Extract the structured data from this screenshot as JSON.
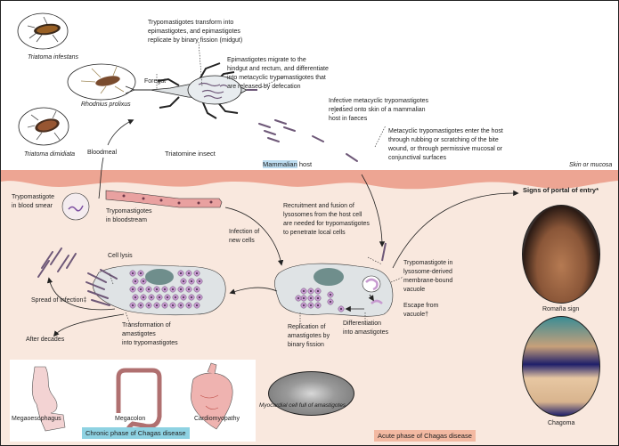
{
  "vector_section": {
    "species": [
      {
        "name": "Triatoma infestans"
      },
      {
        "name": "Rhodnius prolixus"
      },
      {
        "name": "Triatoma dimidiata"
      }
    ],
    "labels": {
      "foregut": "Foregut",
      "bloodmeal": "Bloodmeal",
      "triatomine_insect": "Triatomine insect",
      "midgut_step": "Trypomastigotes transform into\nepimastigotes, and epimastigotes\nreplicate by binary fission (midgut)",
      "hindgut_step": "Epimastigotes migrate to the\nhindgut and rectum, and differentiate\ninto metacyclic trypomastigotes that\nare released by defecation",
      "faeces_step": "Infective metacyclic trypomastigotes\nreleased onto skin of a mammalian\nhost in faeces",
      "entry_step": "Metacyclic trypomastigotes enter the host\nthrough rubbing or scratching of the bite\nwound, or through permissive mucosal or\nconjunctival surfaces"
    }
  },
  "boundary": {
    "mammalian_host_highlight": "Mammalian",
    "mammalian_host_rest": " host",
    "skin_or_mucosa": "Skin or mucosa"
  },
  "host_section": {
    "labels": {
      "blood_smear": "Trypomastigote\nin blood smear",
      "bloodstream": "Trypomastigotes\nin bloodstream",
      "infection_new_cells": "Infection of\nnew cells",
      "lysosome_recruitment": "Recruitment and fusion of\nlysosomes from the host cell\nare needed for trypomastigotes\nto penetrate local cells",
      "vacuole": "Trypomastigote in\nlysosome-derived\nmembrane-bound\nvacuole",
      "escape": "Escape from\nvacuole†",
      "differentiation": "Differentiation\ninto amastigotes",
      "replication": "Replication of\namastigotes by\nbinary fission",
      "cell_lysis": "Cell lysis",
      "transformation": "Transformation of\namastigotes\ninto trypomastigotes",
      "spread": "Spread of infection‡",
      "after_decades": "After decades",
      "myocardial": "Myocardial cell full of amastigotes",
      "portal_signs": "Signs of portal of entry*",
      "romana": "Romaña sign",
      "chagoma": "Chagoma"
    },
    "chronic": {
      "organs": [
        "Megaoesophagus",
        "Megacolon",
        "Cardiomyopathy"
      ],
      "phase_label": "Chronic phase of Chagas disease"
    },
    "acute_phase_label": "Acute phase of Chagas disease"
  },
  "colors": {
    "host_background": "#f9e8de",
    "skin_band": "#eda593",
    "mammalian_highlight": "#bcdcf0",
    "chronic_badge": "#8ed2e2",
    "acute_badge": "#f3b9a2",
    "amastigote": "#c79ad0",
    "cell_fill": "#dfe3e5",
    "nucleus": "#6f8e8c",
    "parasite": "#6e5878"
  }
}
